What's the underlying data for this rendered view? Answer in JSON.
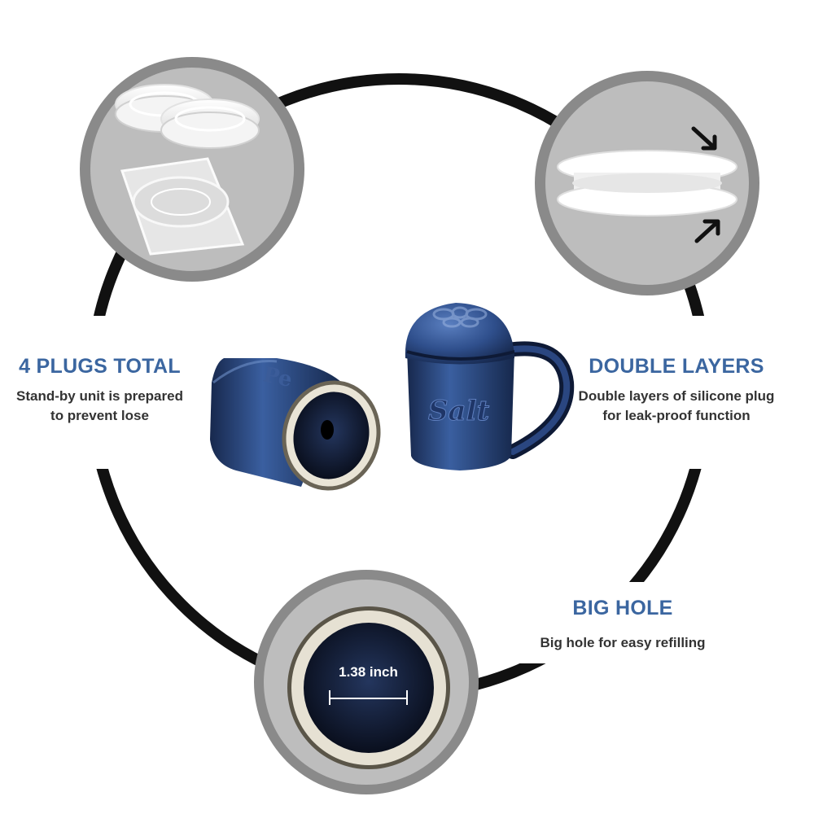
{
  "features": {
    "plugs": {
      "title": "4 PLUGS TOTAL",
      "desc_lines": [
        "Stand-by unit is prepared",
        "to prevent lose"
      ]
    },
    "layers": {
      "title": "DOUBLE LAYERS",
      "desc_lines": [
        "Double layers of silicone plug",
        "for leak-proof function"
      ]
    },
    "hole": {
      "title": "BIG HOLE",
      "desc_lines": [
        "Big hole for easy refilling"
      ]
    }
  },
  "measurement": "1.38 inch",
  "shaker_labels": {
    "salt": "Salt",
    "pepper": "Pe"
  },
  "colors": {
    "title_blue": "#3b66a0",
    "ring": "#111111",
    "badge_gray": "#8a8a8a",
    "ceramic_blue": "#2e4f8a"
  },
  "icons": [
    "arrow-down-right-icon",
    "arrow-up-right-icon"
  ]
}
